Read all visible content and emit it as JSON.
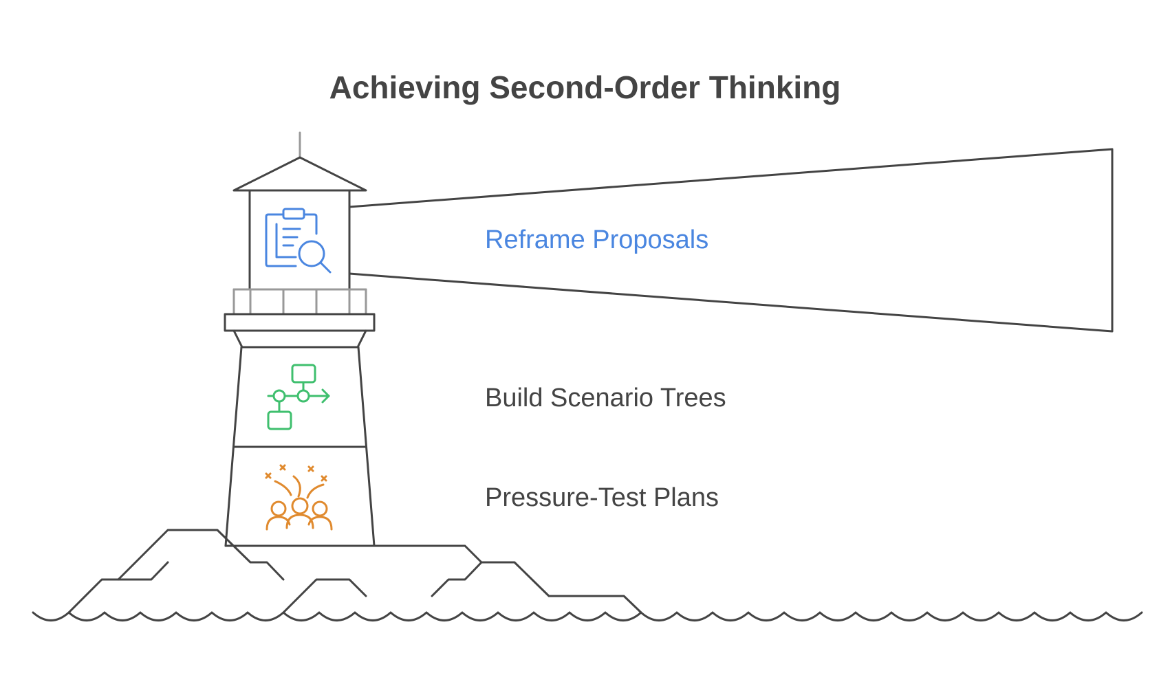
{
  "title": "Achieving Second-Order Thinking",
  "colors": {
    "outline": "#444444",
    "railing": "#999999",
    "accent_blue": "#4a86e0",
    "accent_green": "#3fbf6e",
    "accent_orange": "#e08a2e"
  },
  "layers": [
    {
      "label": "Reframe Proposals",
      "icon": "clipboard-search-icon",
      "color": "#4a86e0"
    },
    {
      "label": "Build Scenario Trees",
      "icon": "flowchart-icon",
      "color": "#444444"
    },
    {
      "label": "Pressure-Test Plans",
      "icon": "team-brainstorm-icon",
      "color": "#444444"
    }
  ]
}
